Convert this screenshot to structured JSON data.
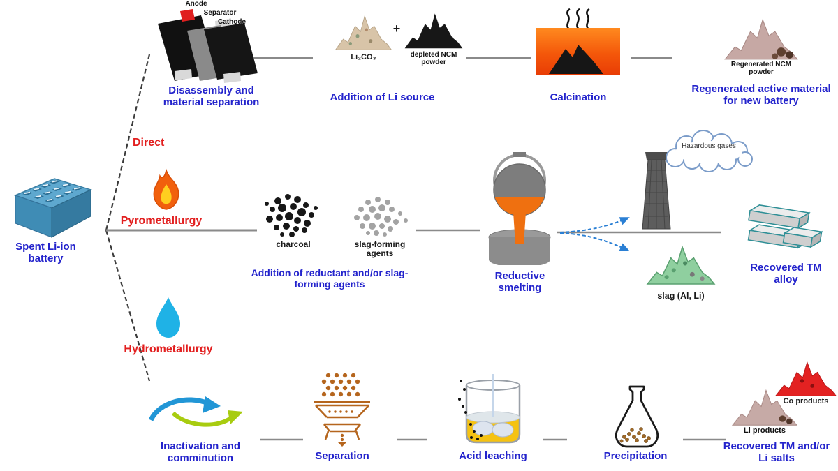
{
  "colors": {
    "label_blue": "#2323cc",
    "label_red": "#e21f1f",
    "line_gray": "#8a8a8a",
    "calcination_orange": "#f4570a",
    "battery_blue": "#5ea8cf",
    "slag_green": "#8fcf9f",
    "co_red": "#e32222"
  },
  "source": {
    "label": "Spent Li-ion battery"
  },
  "cell": {
    "anode": "Anode",
    "separator": "Separator",
    "cathode": "Cathode"
  },
  "direct": {
    "name": "Direct",
    "disassembly": "Disassembly and material separation",
    "li2co3": "Li₂CO₃",
    "plus": "+",
    "depleted_ncm": "depleted NCM powder",
    "addition": "Addition of Li source",
    "calcination": "Calcination",
    "regen_ncm": "Regenerated NCM powder",
    "regen_active": "Regenerated active material for new battery"
  },
  "pyro": {
    "name": "Pyrometallurgy",
    "charcoal": "charcoal",
    "slag_agents": "slag-forming agents",
    "addition": "Addition of reductant and/or slag-forming agents",
    "smelting": "Reductive smelting",
    "hazardous": "Hazardous gases",
    "slag": "slag (Al, Li)",
    "alloy": "Recovered TM alloy"
  },
  "hydro": {
    "name": "Hydrometallurgy",
    "inactivation": "Inactivation and comminution",
    "separation": "Separation",
    "acid": "Acid leaching",
    "precipitation": "Precipitation",
    "li_products": "Li products",
    "co_products": "Co products",
    "recovered": "Recovered TM and/or Li salts"
  }
}
